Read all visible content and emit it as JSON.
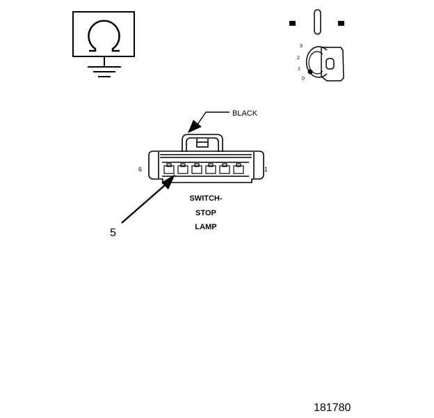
{
  "symbols": {
    "ohmmeter": {
      "icon": "ohm-meter-ground-icon"
    },
    "ignition": {
      "icon": "ignition-key-switch-icon",
      "positions": [
        "3",
        "2",
        "1",
        "0"
      ]
    }
  },
  "connector": {
    "wire_color_label": "BLACK",
    "pin_left": "6",
    "pin_right": "1",
    "name_lines": [
      "SWITCH-",
      "STOP",
      "LAMP"
    ],
    "callout": "5"
  },
  "figure_number": "181780",
  "colors": {
    "ink": "#000000",
    "background": "#ffffff"
  }
}
